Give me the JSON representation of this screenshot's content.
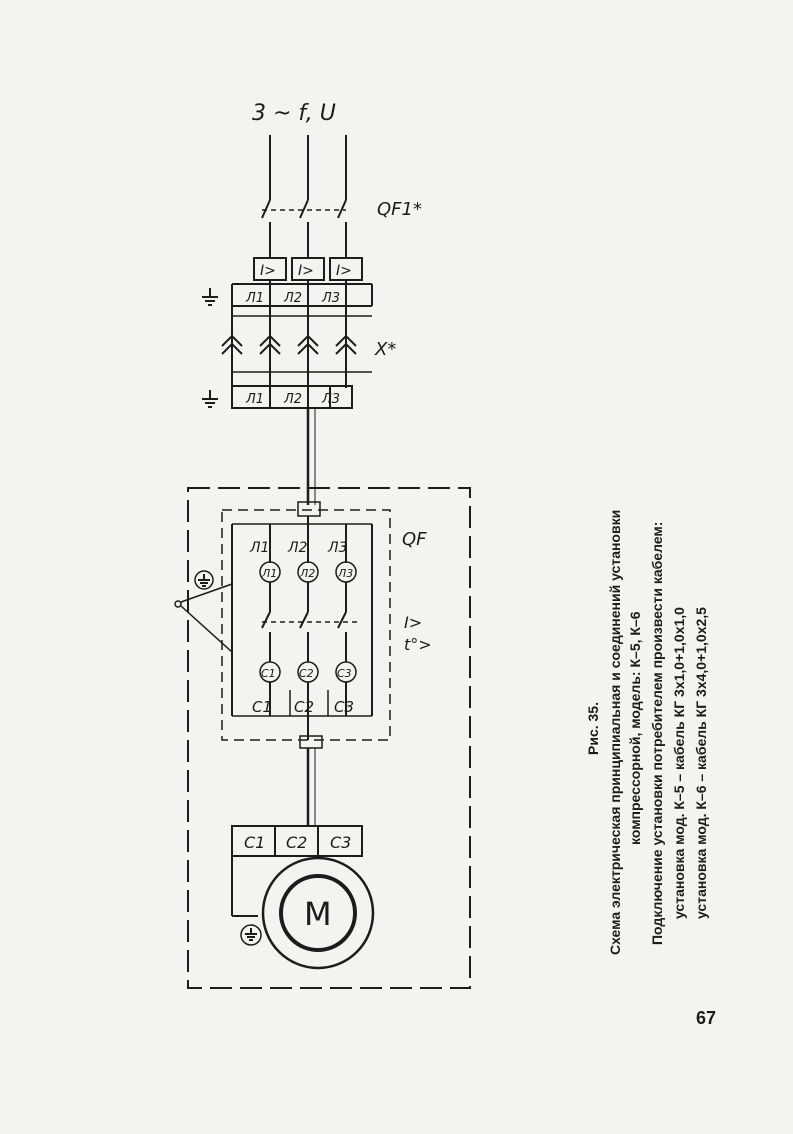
{
  "diagram": {
    "supply_label": "3 ~ f, U",
    "breaker_top_label": "QF1*",
    "overcurrent_label": "I>",
    "line_labels": [
      "Л1",
      "Л2",
      "Л3"
    ],
    "connector_label": "X*",
    "breaker_unit_label": "QF",
    "breaker_terminals": [
      "Л1",
      "Л2",
      "Л3"
    ],
    "protection_labels": [
      "I>",
      "t°>"
    ],
    "motor_terminals": [
      "C1",
      "C2",
      "C3"
    ],
    "motor_label": "M"
  },
  "caption": {
    "figure_number": "Рис. 35.",
    "title_line1": "Схема электрическая принципиальная и соединений установки",
    "title_line2": "компрессорной, модель: К–5, К–6",
    "line3": "Подключение установки потребителем произвести кабелем:",
    "line4": "установка мод. К–5 – кабель КГ 3х1,0+1,0х1,0",
    "line5": "установка мод. К–6 – кабель КГ 3х4,0+1,0х2,5"
  },
  "page_number": "67"
}
